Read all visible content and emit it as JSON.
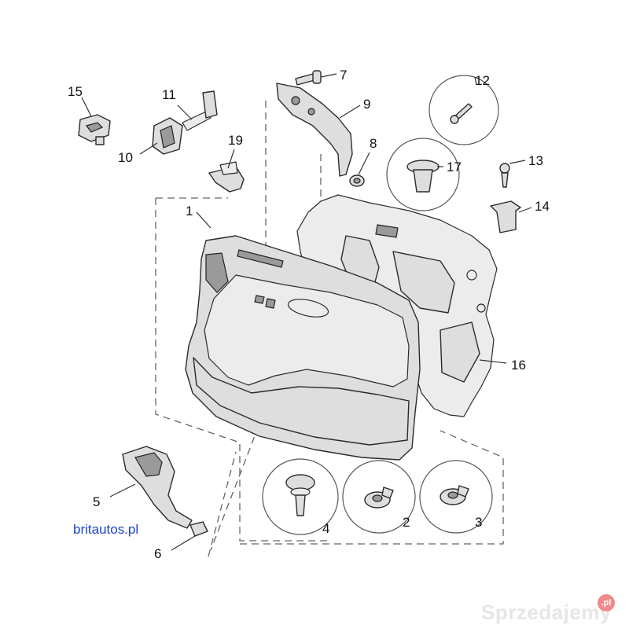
{
  "labels": {
    "l1": "1",
    "l2": "2",
    "l3": "3",
    "l4": "4",
    "l5": "5",
    "l6": "6",
    "l7": "7",
    "l8": "8",
    "l9": "9",
    "l10": "10",
    "l11": "11",
    "l12": "12",
    "l13": "13",
    "l14": "14",
    "l15": "15",
    "l16": "16",
    "l17": "17",
    "l19": "19"
  },
  "site_text": "britautos.pl",
  "watermark": {
    "text": "Sprzedajemy",
    "badge": ".pl"
  }
}
